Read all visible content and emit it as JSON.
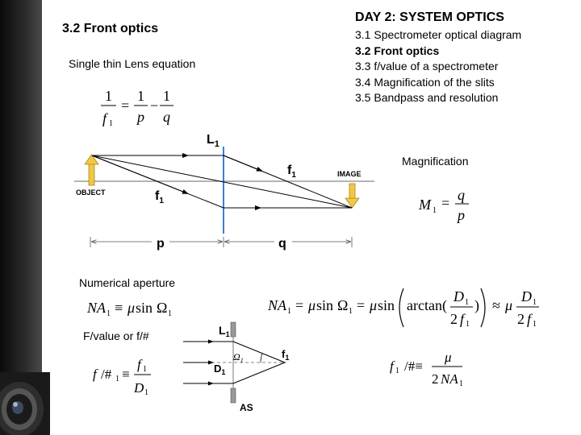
{
  "left": {
    "title": "3.2 Front optics",
    "subtitle": "Single thin Lens equation"
  },
  "right": {
    "title": "DAY 2: SYSTEM OPTICS",
    "toc": [
      {
        "label": "3.1 Spectrometer optical diagram",
        "active": false
      },
      {
        "label": "3.2 Front optics",
        "active": true
      },
      {
        "label": "3.3 f/value of a spectrometer",
        "active": false
      },
      {
        "label": "3.4 Magnification of the slits",
        "active": false
      },
      {
        "label": "3.5 Bandpass and resolution",
        "active": false
      }
    ]
  },
  "sections": {
    "magnification": "Magnification",
    "numerical_aperture": "Numerical aperture",
    "fvalue": "F/value or f/#"
  },
  "diagram1": {
    "lens_label": "L",
    "lens_sub": "1",
    "object_label": "OBJECT",
    "image_label": "IMAGE",
    "focal_label": "f",
    "focal_sub": "1",
    "p_label": "p",
    "q_label": "q"
  },
  "diagram2": {
    "lens_label": "L",
    "lens_sub": "1",
    "omega_label": "Ω",
    "omega_sub": "1",
    "d_label": "D",
    "d_sub": "1",
    "focal_label": "f",
    "focal_sub": "1",
    "stop_label": "AS"
  },
  "colors": {
    "axis": "#888888",
    "lens": "#3a7fd5",
    "arrow_fill": "#f2c744",
    "ray": "#000000"
  }
}
